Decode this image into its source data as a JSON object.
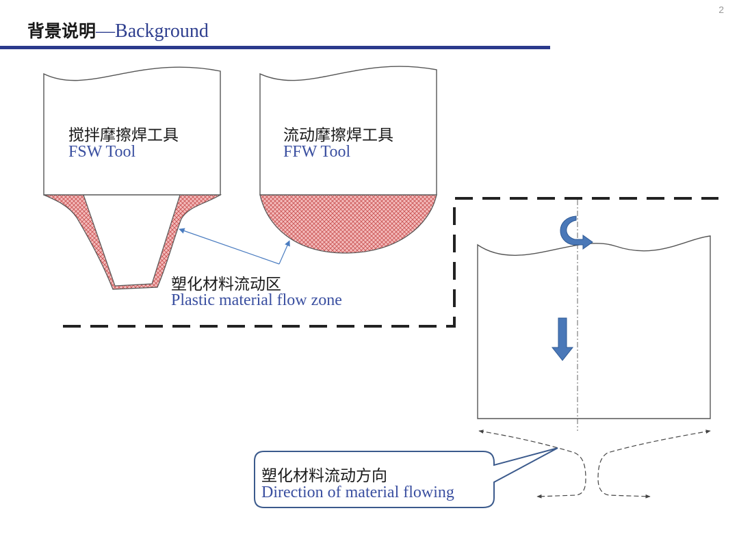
{
  "page_number": "2",
  "header": {
    "title_cn": "背景说明",
    "title_en": "—Background"
  },
  "tools": {
    "fsw": {
      "cn": "搅拌摩擦焊工具",
      "en": "FSW Tool"
    },
    "ffw": {
      "cn": "流动摩擦焊工具",
      "en": "FFW Tool"
    }
  },
  "flow_zone": {
    "cn": "塑化材料流动区",
    "en": "Plastic  material flow zone"
  },
  "flow_direction": {
    "cn": "塑化材料流动方向",
    "en": "Direction  of  material flowing"
  },
  "colors": {
    "accent_bar": "#2b3a8c",
    "label_blue": "#3a4fa0",
    "hatch_fill": "#f2b3b3",
    "hatch_line": "#c84b4b",
    "arrow_blue": "#4a78b8",
    "callout_border": "#3b5a8c"
  }
}
